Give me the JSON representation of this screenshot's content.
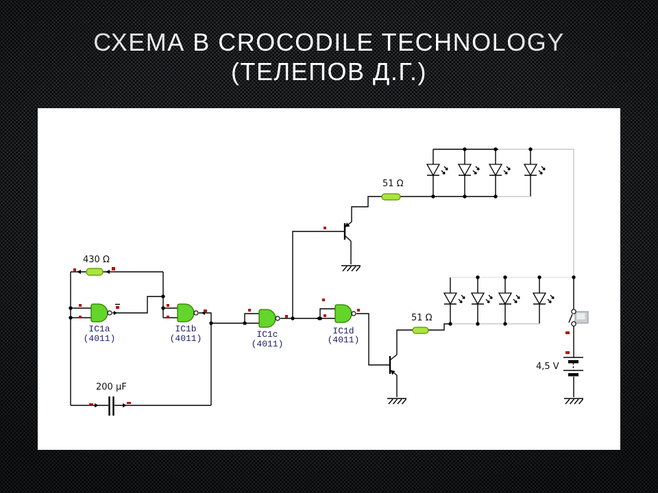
{
  "slide": {
    "title_line1": "СХЕМА В CROCODILE TECHNOLOGY",
    "title_line2": "(ТЕЛЕПОВ Д.Г.)"
  },
  "circuit": {
    "labels": {
      "r1": "430 Ω",
      "r2": "51 Ω",
      "r3": "51 Ω",
      "c1": "200 µF",
      "battery": "4,5 V"
    },
    "gates": [
      {
        "name": "IC1a",
        "part": "(4011)"
      },
      {
        "name": "IC1b",
        "part": "(4011)"
      },
      {
        "name": "IC1c",
        "part": "(4011)"
      },
      {
        "name": "IC1d",
        "part": "(4011)"
      }
    ],
    "led_rows": [
      {
        "position": "top",
        "count": 4
      },
      {
        "position": "bottom",
        "count": 4
      }
    ],
    "colors": {
      "gate_green": "#64d52a",
      "resistor_green": "#a8e53e",
      "wire_black": "#000000",
      "inactive_wire_gray": "#c9c9c9",
      "state_indicator_red": "#b50d00",
      "ic_label_blue": "#20206b",
      "slide_background": "#32363a",
      "canvas_white": "#ffffff"
    }
  }
}
